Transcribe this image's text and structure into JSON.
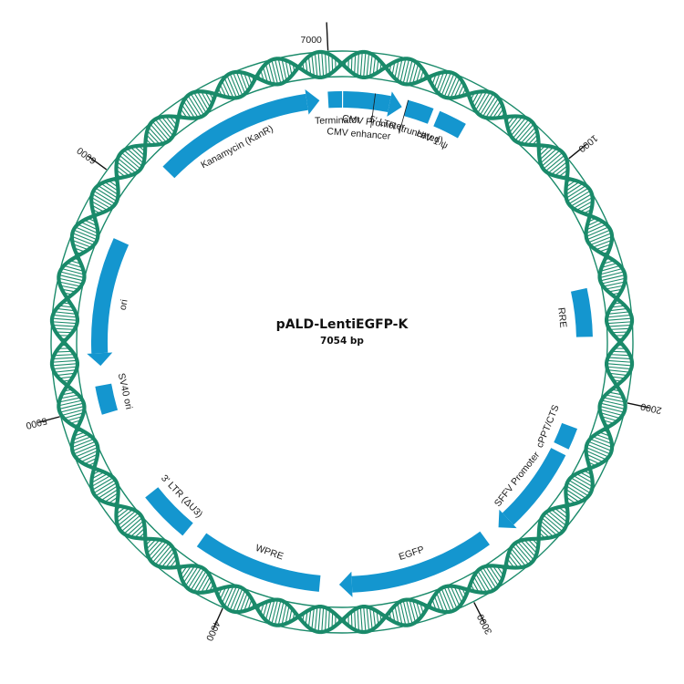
{
  "title": "pALD-LentiEGFP-K",
  "length_label": "7054 bp",
  "length_bp": 7054,
  "colors": {
    "backbone": "#1a8a6a",
    "helix_stripe": "#ffffff",
    "feature": "#1496cf",
    "text": "#1a1a1a",
    "tick": "#111111"
  },
  "ticks": [
    {
      "bp": 1000,
      "label": "1000"
    },
    {
      "bp": 2000,
      "label": "2000"
    },
    {
      "bp": 3000,
      "label": "3000"
    },
    {
      "bp": 4000,
      "label": "4000"
    },
    {
      "bp": 5000,
      "label": "5000"
    },
    {
      "bp": 6000,
      "label": "6000"
    },
    {
      "bp": 7000,
      "label": "7000"
    }
  ],
  "features": [
    {
      "id": "kanr",
      "label": "Kanamycin (KanR)",
      "start": 6160,
      "end": 6950,
      "strand": 1,
      "label_bp": 6500
    },
    {
      "id": "terminator",
      "label": "Terminator",
      "start": 6990,
      "end": 7054,
      "strand": 0,
      "label_bp": 7030
    },
    {
      "id": "cmv-promoter",
      "label": "CMV Promoter",
      "start": 5,
      "end": 280,
      "strand": 1,
      "label_bp": 160
    },
    {
      "id": "cmv-enhancer",
      "label": "CMV enhancer",
      "start": 5,
      "end": 150,
      "strand": 0,
      "label_bp": 90
    },
    {
      "id": "ltr5",
      "label": "5' LTR (truncated)",
      "start": 300,
      "end": 420,
      "strand": 0,
      "label_bp": 330
    },
    {
      "id": "hiv-psi",
      "label": "HIV-1 ψ",
      "start": 450,
      "end": 580,
      "strand": 0,
      "label_bp": 470
    },
    {
      "id": "rre",
      "label": "RRE",
      "start": 1520,
      "end": 1740,
      "strand": 0,
      "label_bp": 1640
    },
    {
      "id": "cppt",
      "label": "cPPT/CTS",
      "start": 2160,
      "end": 2260,
      "strand": 0,
      "label_bp": 2200
    },
    {
      "id": "sffv",
      "label": "SFFV Promoter",
      "start": 2290,
      "end": 2740,
      "strand": 1,
      "label_bp": 2510
    },
    {
      "id": "egfp",
      "label": "EGFP",
      "start": 2820,
      "end": 3540,
      "strand": 1,
      "label_bp": 3170
    },
    {
      "id": "wpre",
      "label": "WPRE",
      "start": 3630,
      "end": 4220,
      "strand": 0,
      "label_bp": 3900
    },
    {
      "id": "ltr3",
      "label": "3' LTR (ΔU3)",
      "start": 4300,
      "end": 4540,
      "strand": 0,
      "label_bp": 4430
    },
    {
      "id": "sv40",
      "label": "SV40 ori",
      "start": 4960,
      "end": 5090,
      "strand": 0,
      "label_bp": 5040
    },
    {
      "id": "ori",
      "label": "ori",
      "start": 5180,
      "end": 5770,
      "strand": -1,
      "label_bp": 5480
    }
  ]
}
